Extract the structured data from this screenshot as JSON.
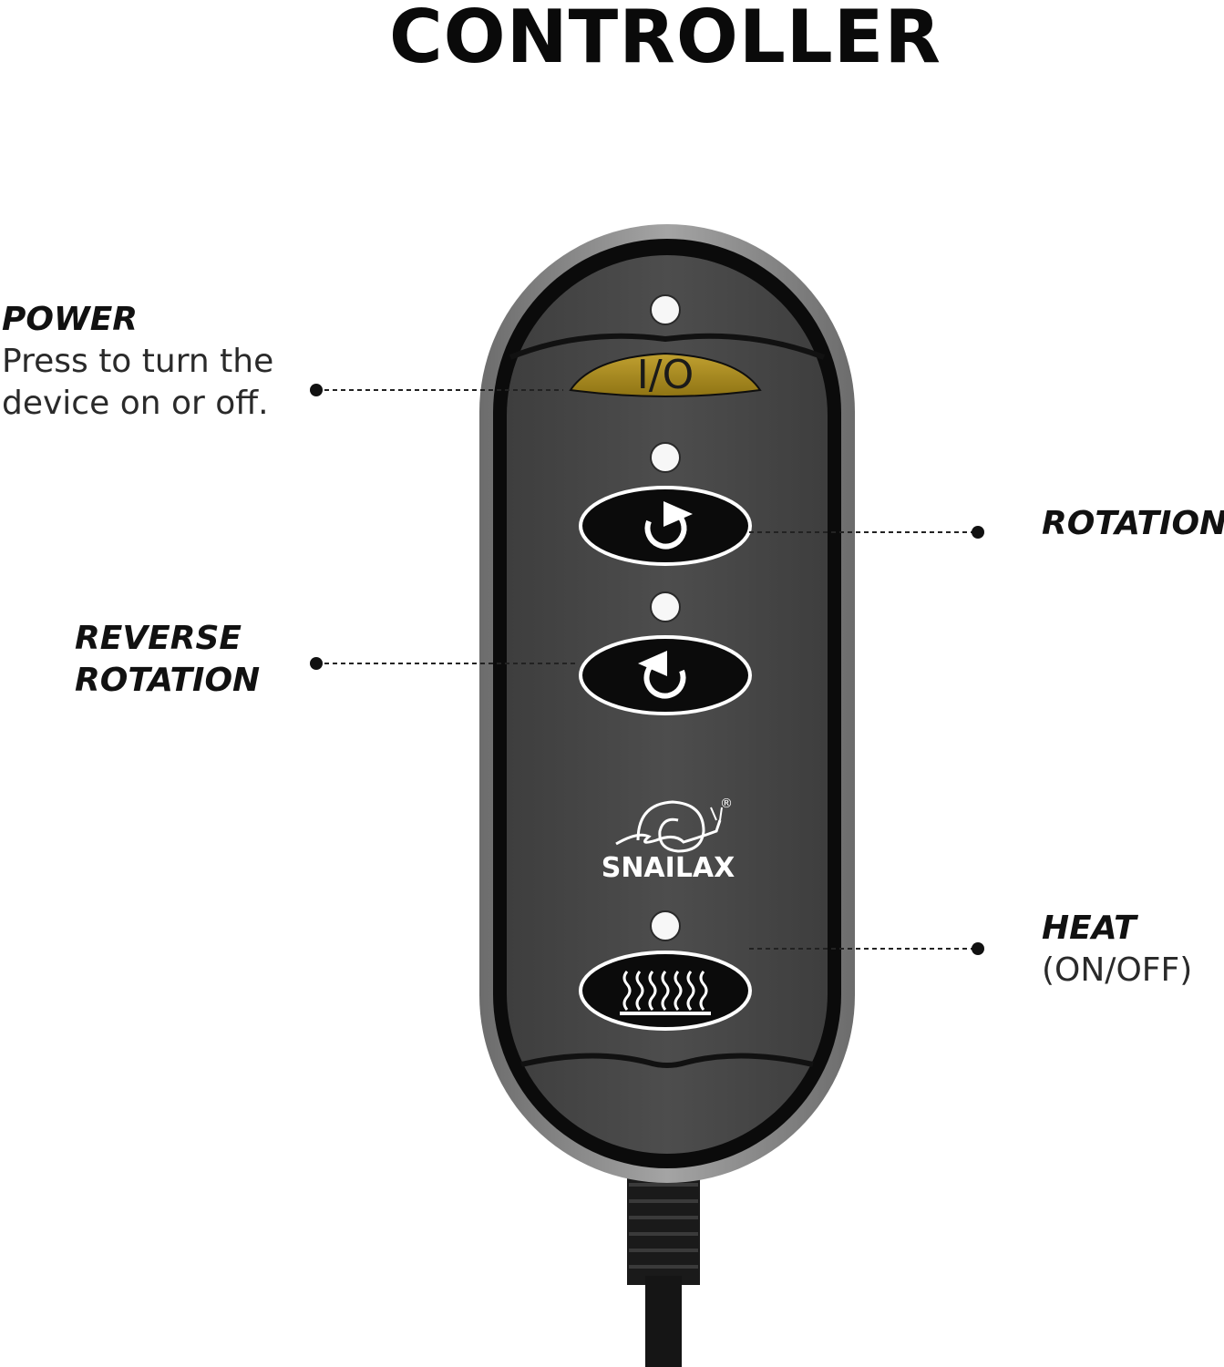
{
  "title": "CONTROLLER",
  "labels": {
    "power": {
      "heading": "POWER",
      "line1": "Press to turn the",
      "line2": "device on or off."
    },
    "rotation": {
      "heading": "ROTATION"
    },
    "reverse": {
      "heading_line1": "REVERSE",
      "heading_line2": "ROTATION"
    },
    "heat": {
      "heading": "HEAT",
      "subtitle": "(ON/OFF)"
    }
  },
  "device": {
    "power_symbol": "I/O",
    "brand": "SNAILAX",
    "registered": "®",
    "power_button_color": "#a88a1f",
    "body_color": "#4a4a4a",
    "rim_color": "#8a8a8a"
  }
}
